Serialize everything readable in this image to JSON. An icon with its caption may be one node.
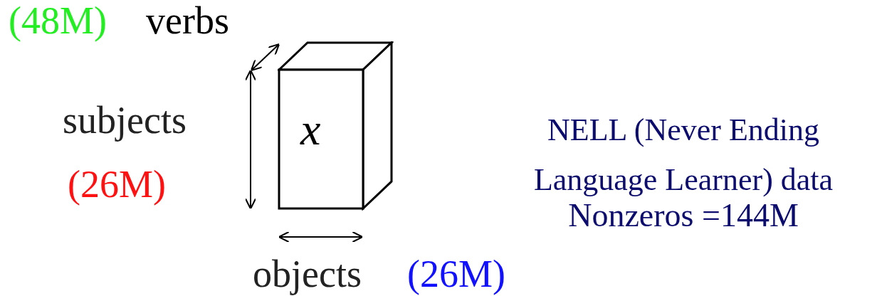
{
  "diagram": {
    "nodes": [
      {
        "text": [
          "x"
        ]
      }
    ],
    "labels": [
      "(48M)",
      "verbs",
      "subjects",
      "(26M)",
      "objects",
      "(26M)",
      "NELL (Never Ending Language Learner) data",
      "Nonzeros =144M"
    ]
  }
}
